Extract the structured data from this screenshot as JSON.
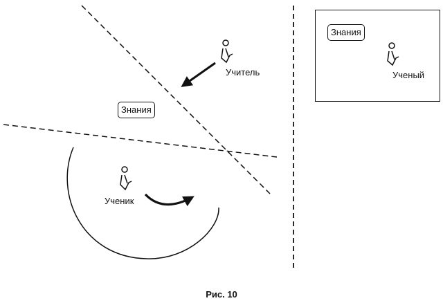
{
  "labels": {
    "teacher": "Учитель",
    "student": "Ученик",
    "scientist": "Ученый",
    "knowledge_left": "Знания",
    "knowledge_right": "Знания"
  },
  "caption": "Рис. 10"
}
